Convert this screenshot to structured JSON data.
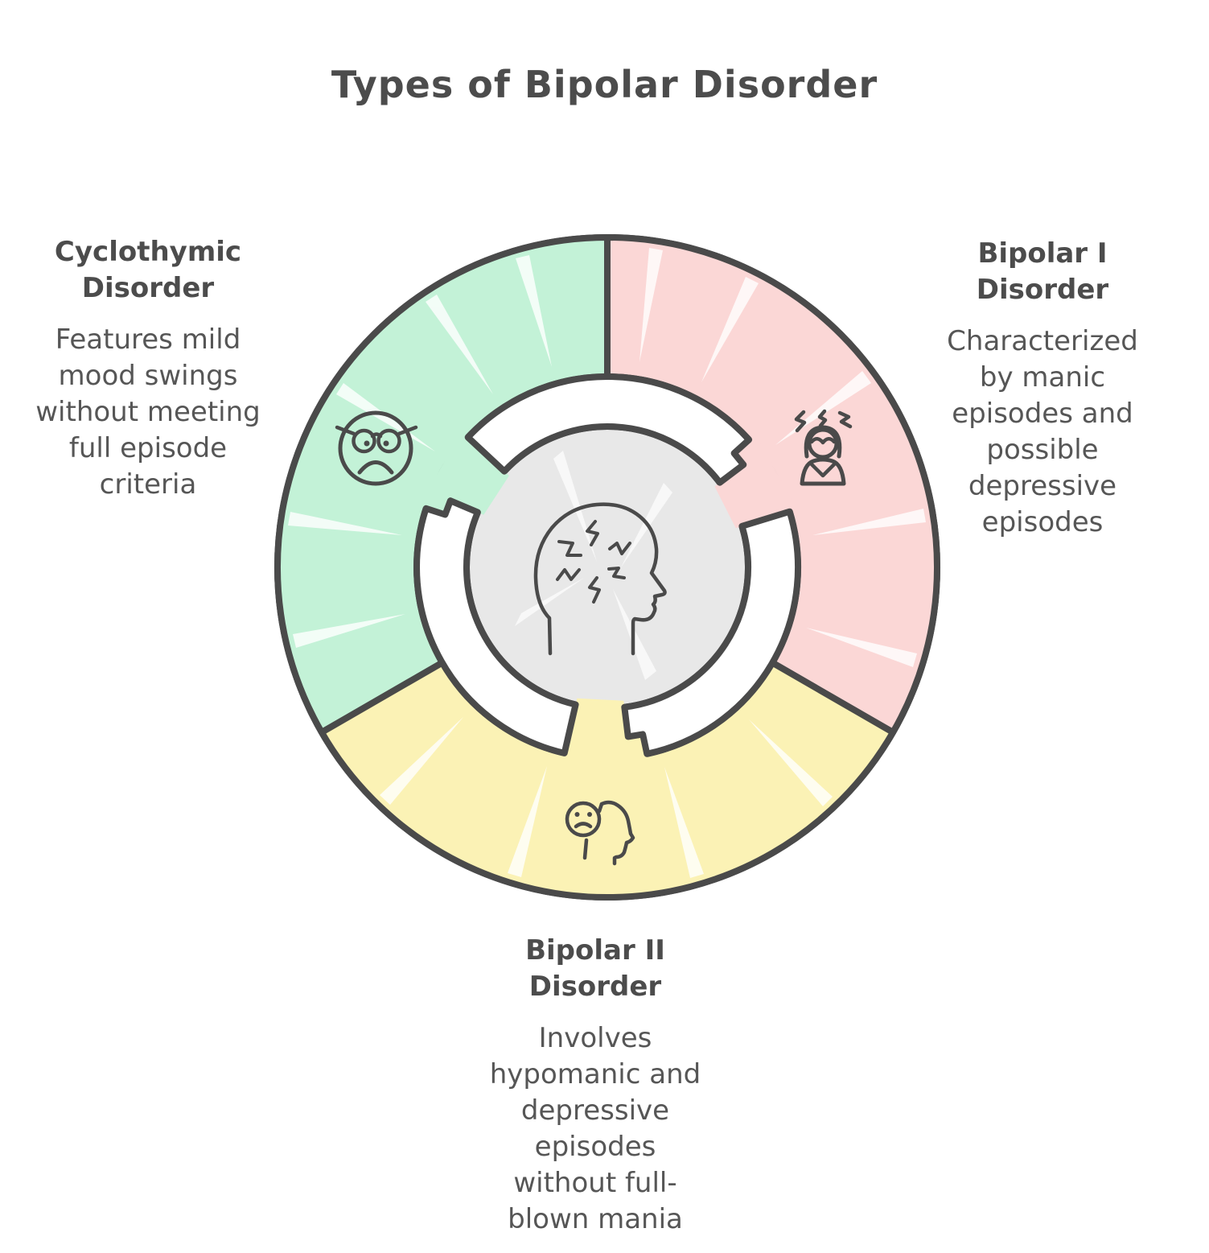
{
  "title": "Types of Bipolar Disorder",
  "colors": {
    "outline": "#4a4a4a",
    "center_fill": "#e8e8e8",
    "background": "#ffffff"
  },
  "center": {
    "icon": "troubled-mind-head-icon"
  },
  "segments": [
    {
      "id": "cyclothymic",
      "label": "Cyclothymic\nDisorder",
      "description": "Features mild\nmood swings\nwithout meeting\nfull episode\ncriteria",
      "color": "#c3f2d7",
      "icon": "angry-face-glasses-icon",
      "position": "top-left"
    },
    {
      "id": "bipolar-1",
      "label": "Bipolar I\nDisorder",
      "description": "Characterized\nby manic\nepisodes and\npossible\ndepressive\nepisodes",
      "color": "#fbd7d6",
      "icon": "stressed-woman-icon",
      "position": "top-right"
    },
    {
      "id": "bipolar-2",
      "label": "Bipolar II\nDisorder",
      "description": "Involves\nhypomanic and\ndepressive\nepisodes\nwithout full-\nblown mania",
      "color": "#fbf2b5",
      "icon": "sad-face-profile-icon",
      "position": "bottom"
    }
  ]
}
